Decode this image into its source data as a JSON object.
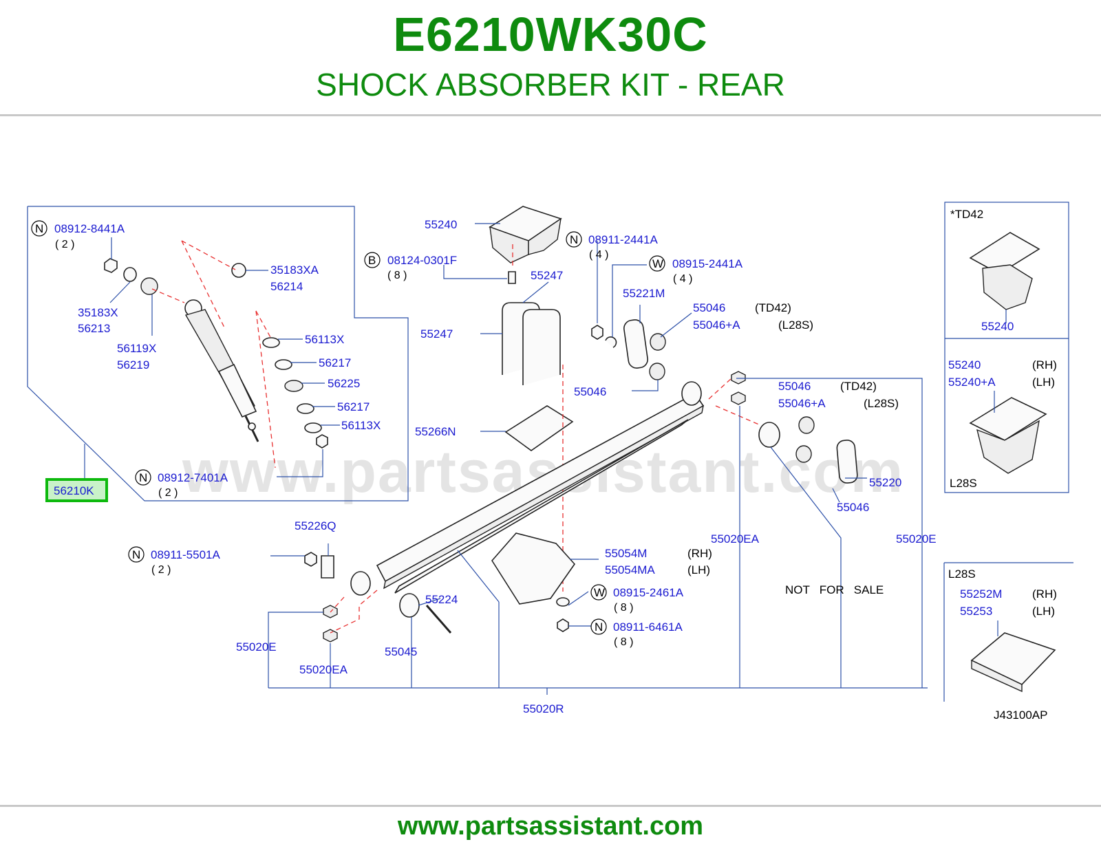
{
  "header": {
    "part_number": "E6210WK30C",
    "description": "SHOCK ABSORBER KIT - REAR"
  },
  "footer": {
    "url": "www.partsassistant.com"
  },
  "watermark": "www.partsassistant.com",
  "diagram": {
    "code": "J43100AP",
    "highlighted_part": "56210K",
    "not_for_sale": "NOT   FOR   SALE",
    "labels": {
      "p08912_8441A": "08912-8441A",
      "q08912_8441A": "( 2 )",
      "p35183XA": "35183XA",
      "p56214": "56214",
      "p35183X": "35183X",
      "p56213": "56213",
      "p56119X": "56119X",
      "p56219": "56219",
      "p56113X_a": "56113X",
      "p56217_a": "56217",
      "p56225": "56225",
      "p56217_b": "56217",
      "p56113X_b": "56113X",
      "p08912_7401A": "08912-7401A",
      "q08912_7401A": "( 2 )",
      "p55240_top": "55240",
      "p08124_0301F": "08124-0301F",
      "q08124_0301F": "( 8 )",
      "p55247_a": "55247",
      "p55247_b": "55247",
      "p08911_2441A": "08911-2441A",
      "q08911_2441A": "( 4 )",
      "p08915_2441A": "08915-2441A",
      "q08915_2441A": "( 4 )",
      "p55221M": "55221M",
      "p55046_a": "55046",
      "t55046_a": "(TD42)",
      "p55046A_a": "55046+A",
      "t55046A_a": "(L28S)",
      "p55046_b": "55046",
      "p55046_c": "55046",
      "t55046_c": "(TD42)",
      "p55046A_c": "55046+A",
      "t55046A_c": "(L28S)",
      "p55266N": "55266N",
      "p55220": "55220",
      "p55046_d": "55046",
      "p55226Q": "55226Q",
      "p08911_5501A": "08911-5501A",
      "q08911_5501A": "( 2 )",
      "p55054M": "55054M",
      "t55054M": "(RH)",
      "p55054MA": "55054MA",
      "t55054MA": "(LH)",
      "p08915_2461A": "08915-2461A",
      "q08915_2461A": "( 8 )",
      "p08911_6461A": "08911-6461A",
      "q08911_6461A": "( 8 )",
      "p55224": "55224",
      "p55045": "55045",
      "p55020E_a": "55020E",
      "p55020EA_a": "55020EA",
      "p55020EA_b": "55020EA",
      "p55020E_b": "55020E",
      "p55020R": "55020R",
      "td42_title": "*TD42",
      "p55240_td42": "55240",
      "p55240_rh": "55240",
      "t55240_rh": "(RH)",
      "p55240A_lh": "55240+A",
      "t55240A_lh": "(LH)",
      "l28s_a": "L28S",
      "l28s_b": "L28S",
      "p55252M": "55252M",
      "t55252M": "(RH)",
      "p55253": "55253",
      "t55253": "(LH)"
    },
    "callouts": {
      "N": "N",
      "B": "B",
      "W": "W"
    }
  }
}
